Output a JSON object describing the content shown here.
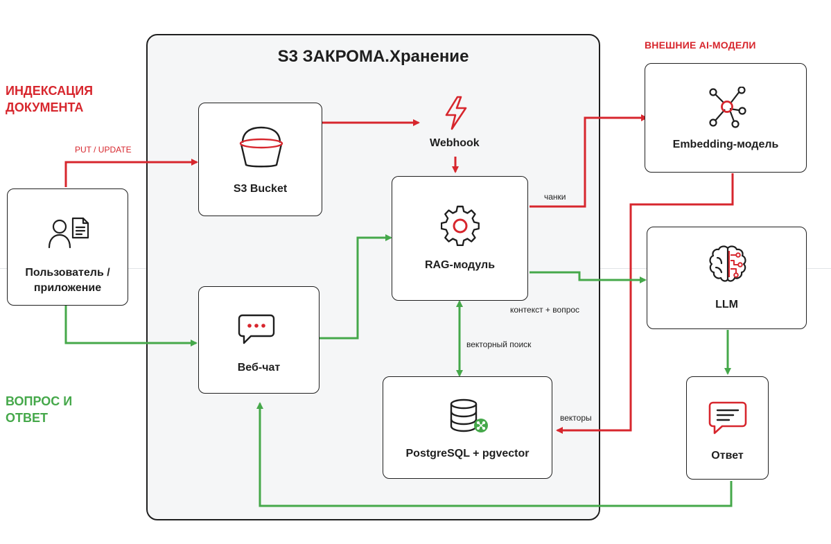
{
  "container": {
    "title": "S3 ЗАКРОМА.Хранение"
  },
  "sections": {
    "indexing": [
      "ИНДЕКСАЦИЯ",
      "ДОКУМЕНТА"
    ],
    "qa": [
      "ВОПРОС И",
      "ОТВЕТ"
    ],
    "external": "ВНЕШНИЕ AI-МОДЕЛИ"
  },
  "nodes": {
    "user": {
      "label_line1": "Пользователь /",
      "label_line2": "приложение",
      "icon": "user-document-icon"
    },
    "s3_bucket": {
      "label": "S3 Bucket",
      "icon": "bucket-icon"
    },
    "webhook": {
      "label": "Webhook",
      "icon": "lightning-icon"
    },
    "rag": {
      "label": "RAG-модуль",
      "icon": "gear-icon"
    },
    "webchat": {
      "label": "Веб-чат",
      "icon": "chat-bubble-icon"
    },
    "postgres": {
      "label": "PostgreSQL + pgvector",
      "icon": "database-icon"
    },
    "embedding": {
      "label": "Embedding-модель",
      "icon": "network-icon"
    },
    "llm": {
      "label": "LLM",
      "icon": "brain-chip-icon"
    },
    "answer": {
      "label": "Ответ",
      "icon": "message-icon"
    }
  },
  "edge_labels": {
    "put_update": "PUT / UPDATE",
    "chunks": "чанки",
    "context_question": "контекст + вопрос",
    "vector_search": "векторный поиск",
    "vectors": "векторы"
  },
  "colors": {
    "red": "#d7262d",
    "green": "#45a84a",
    "ink": "#1e1e1e",
    "container_bg": "#f5f6f7"
  }
}
